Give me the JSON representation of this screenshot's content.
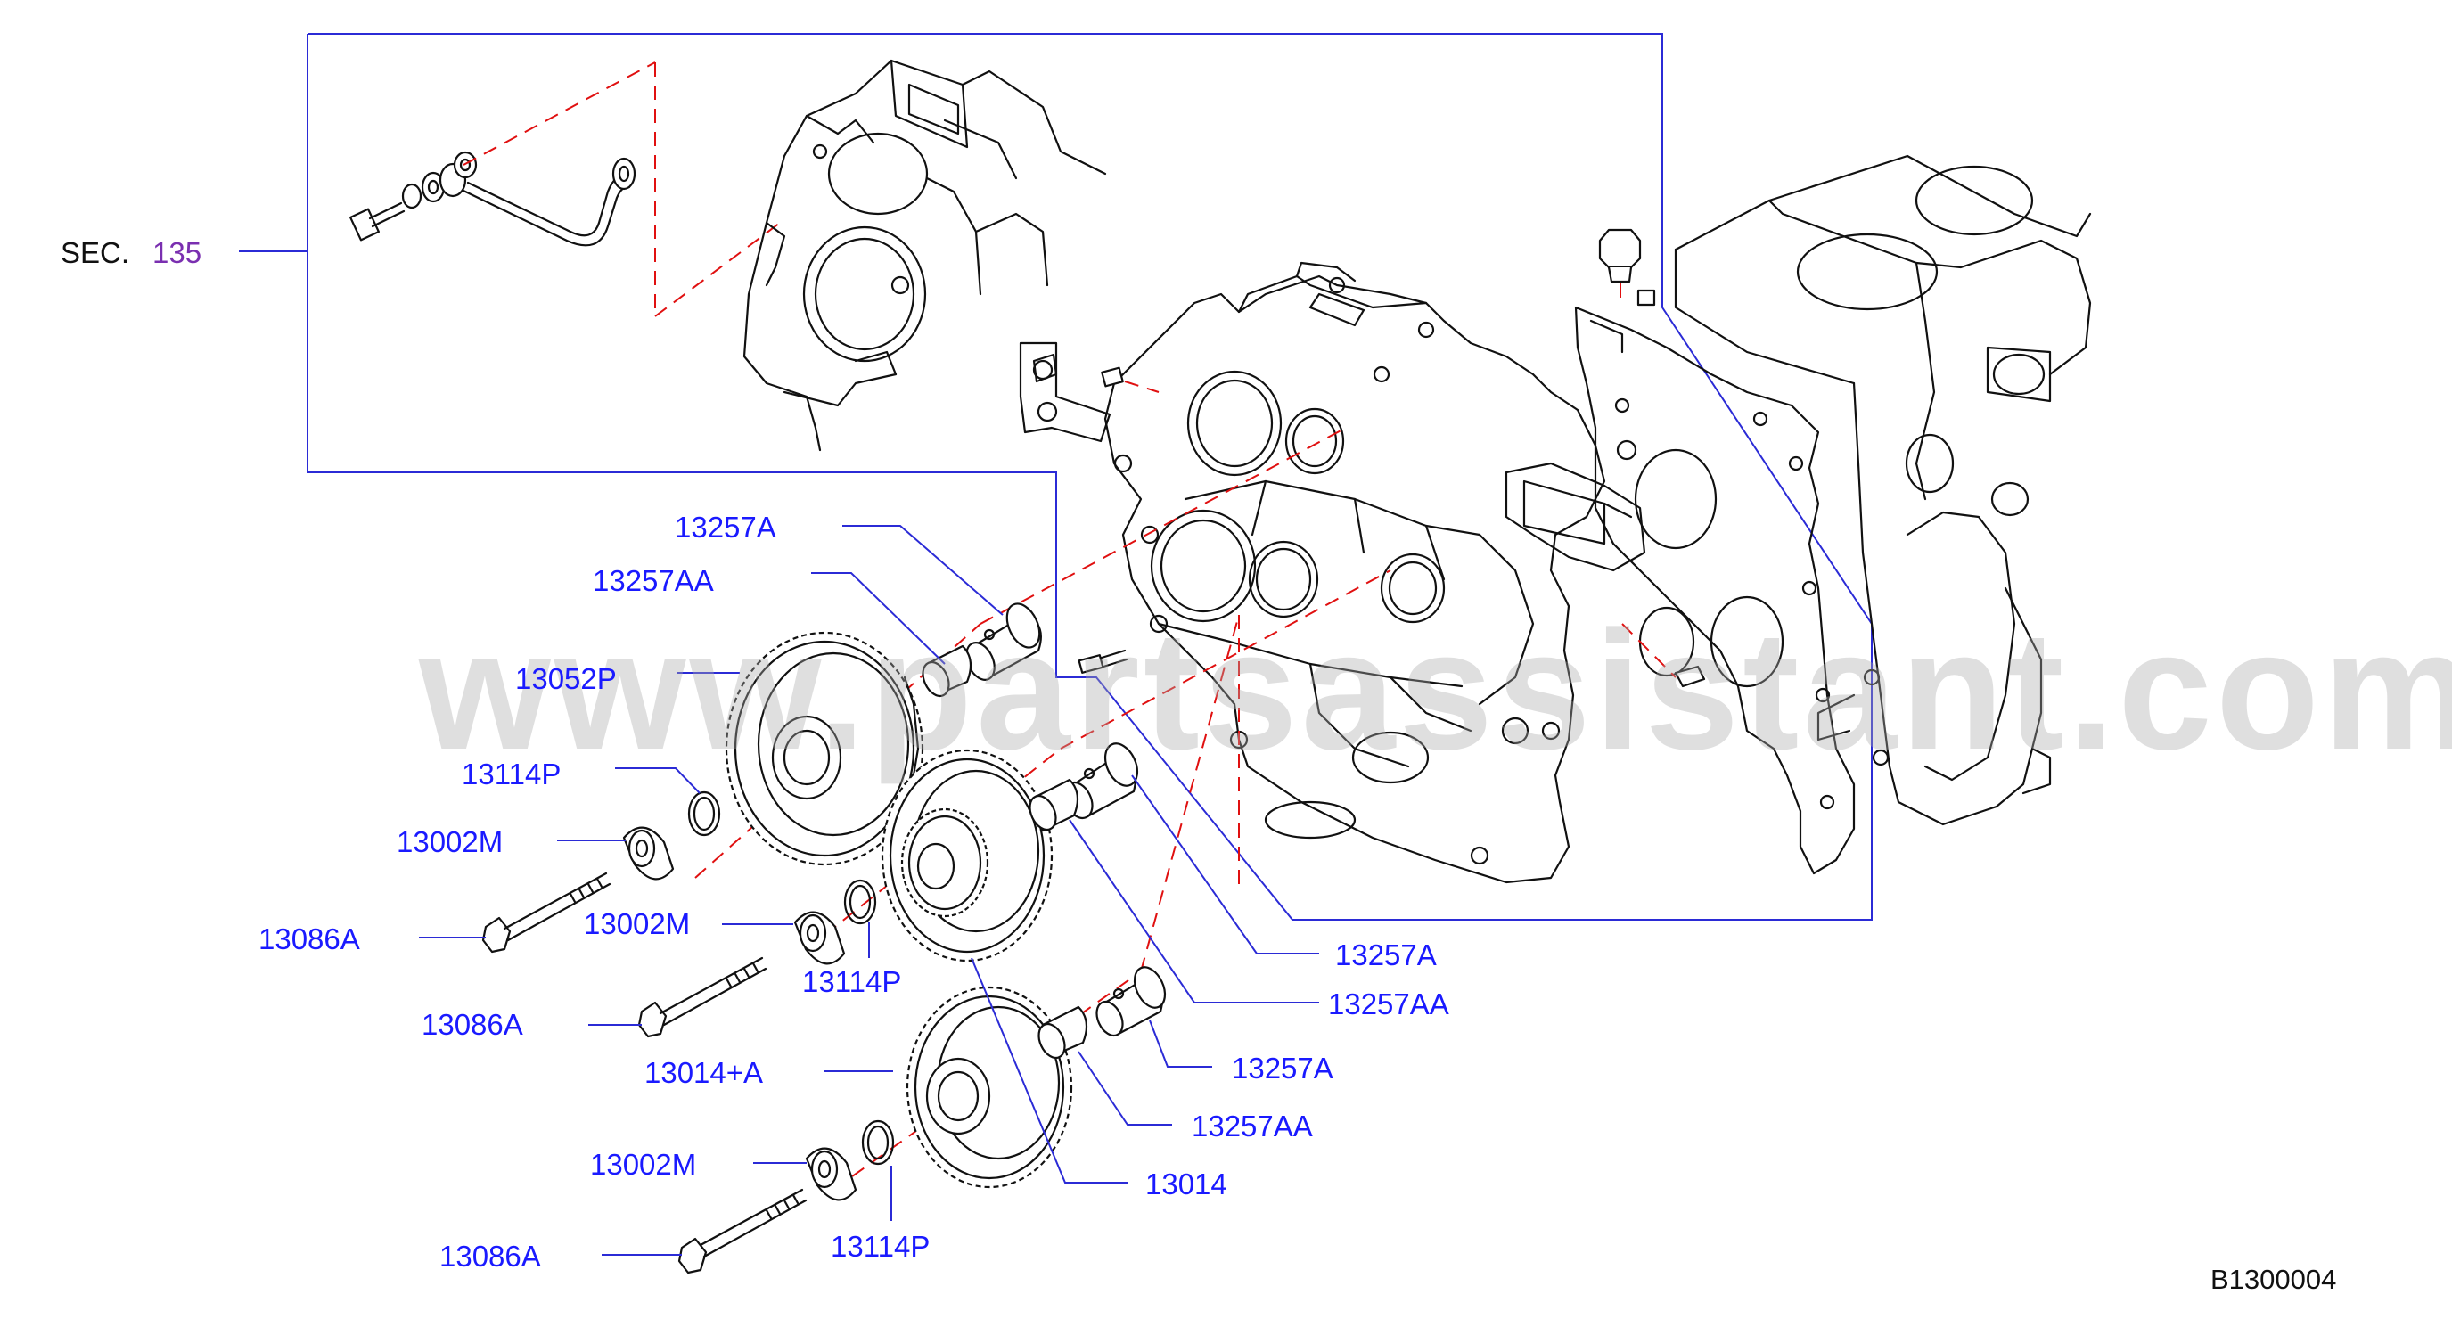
{
  "diagram": {
    "reference_code": "B1300004",
    "watermark": "www.partsassistant.com",
    "section_ref": {
      "prefix": "SEC.",
      "number": "135"
    },
    "labels": [
      {
        "id": "13257A-1",
        "text": "13257A"
      },
      {
        "id": "13257AA-1",
        "text": "13257AA"
      },
      {
        "id": "13052P",
        "text": "13052P"
      },
      {
        "id": "13114P-1",
        "text": "13114P"
      },
      {
        "id": "13002M-1",
        "text": "13002M"
      },
      {
        "id": "13086A-1",
        "text": "13086A"
      },
      {
        "id": "13002M-2",
        "text": "13002M"
      },
      {
        "id": "13114P-2",
        "text": "13114P"
      },
      {
        "id": "13086A-2",
        "text": "13086A"
      },
      {
        "id": "13014A",
        "text": "13014+A"
      },
      {
        "id": "13002M-3",
        "text": "13002M"
      },
      {
        "id": "13086A-3",
        "text": "13086A"
      },
      {
        "id": "13114P-3",
        "text": "13114P"
      },
      {
        "id": "13257A-2",
        "text": "13257A"
      },
      {
        "id": "13257AA-2",
        "text": "13257AA"
      },
      {
        "id": "13257A-3",
        "text": "13257A"
      },
      {
        "id": "13257AA-3",
        "text": "13257AA"
      },
      {
        "id": "13014",
        "text": "13014"
      }
    ],
    "colors": {
      "label": "#1a1aff",
      "leader": "#2b2bd6",
      "centerline": "#e01010",
      "section_number": "#7a2fb0",
      "line_art": "#111111"
    }
  }
}
